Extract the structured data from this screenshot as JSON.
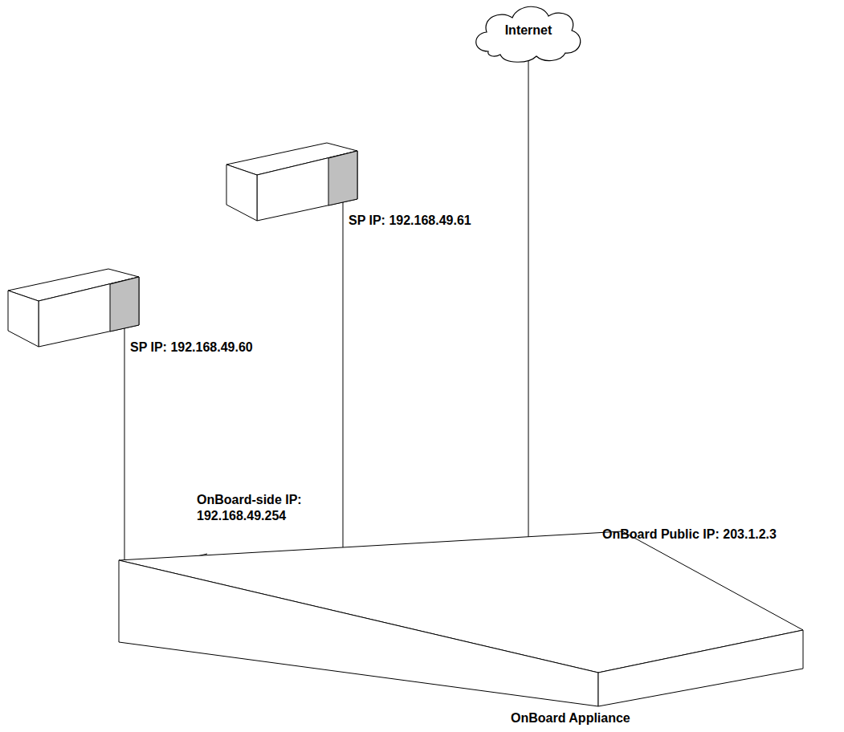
{
  "diagram": {
    "nodes": [
      {
        "text": [
          "Internet"
        ]
      },
      {
        "text": [
          "SP IP: 192.168.49.61"
        ]
      },
      {
        "text": [
          "SP IP: 192.168.49.60"
        ]
      },
      {
        "text": [
          "OnBoard Appliance"
        ]
      }
    ],
    "edges": [
      {
        "from": 0,
        "to": 3,
        "arrow": "none"
      },
      {
        "from": 1,
        "to": 3,
        "arrow": "none"
      },
      {
        "from": 2,
        "to": 3,
        "arrow": "none"
      }
    ],
    "labels": [
      "OnBoard-side IP: 192.168.49.254",
      "OnBoard Public IP: 203.1.2.3"
    ]
  }
}
